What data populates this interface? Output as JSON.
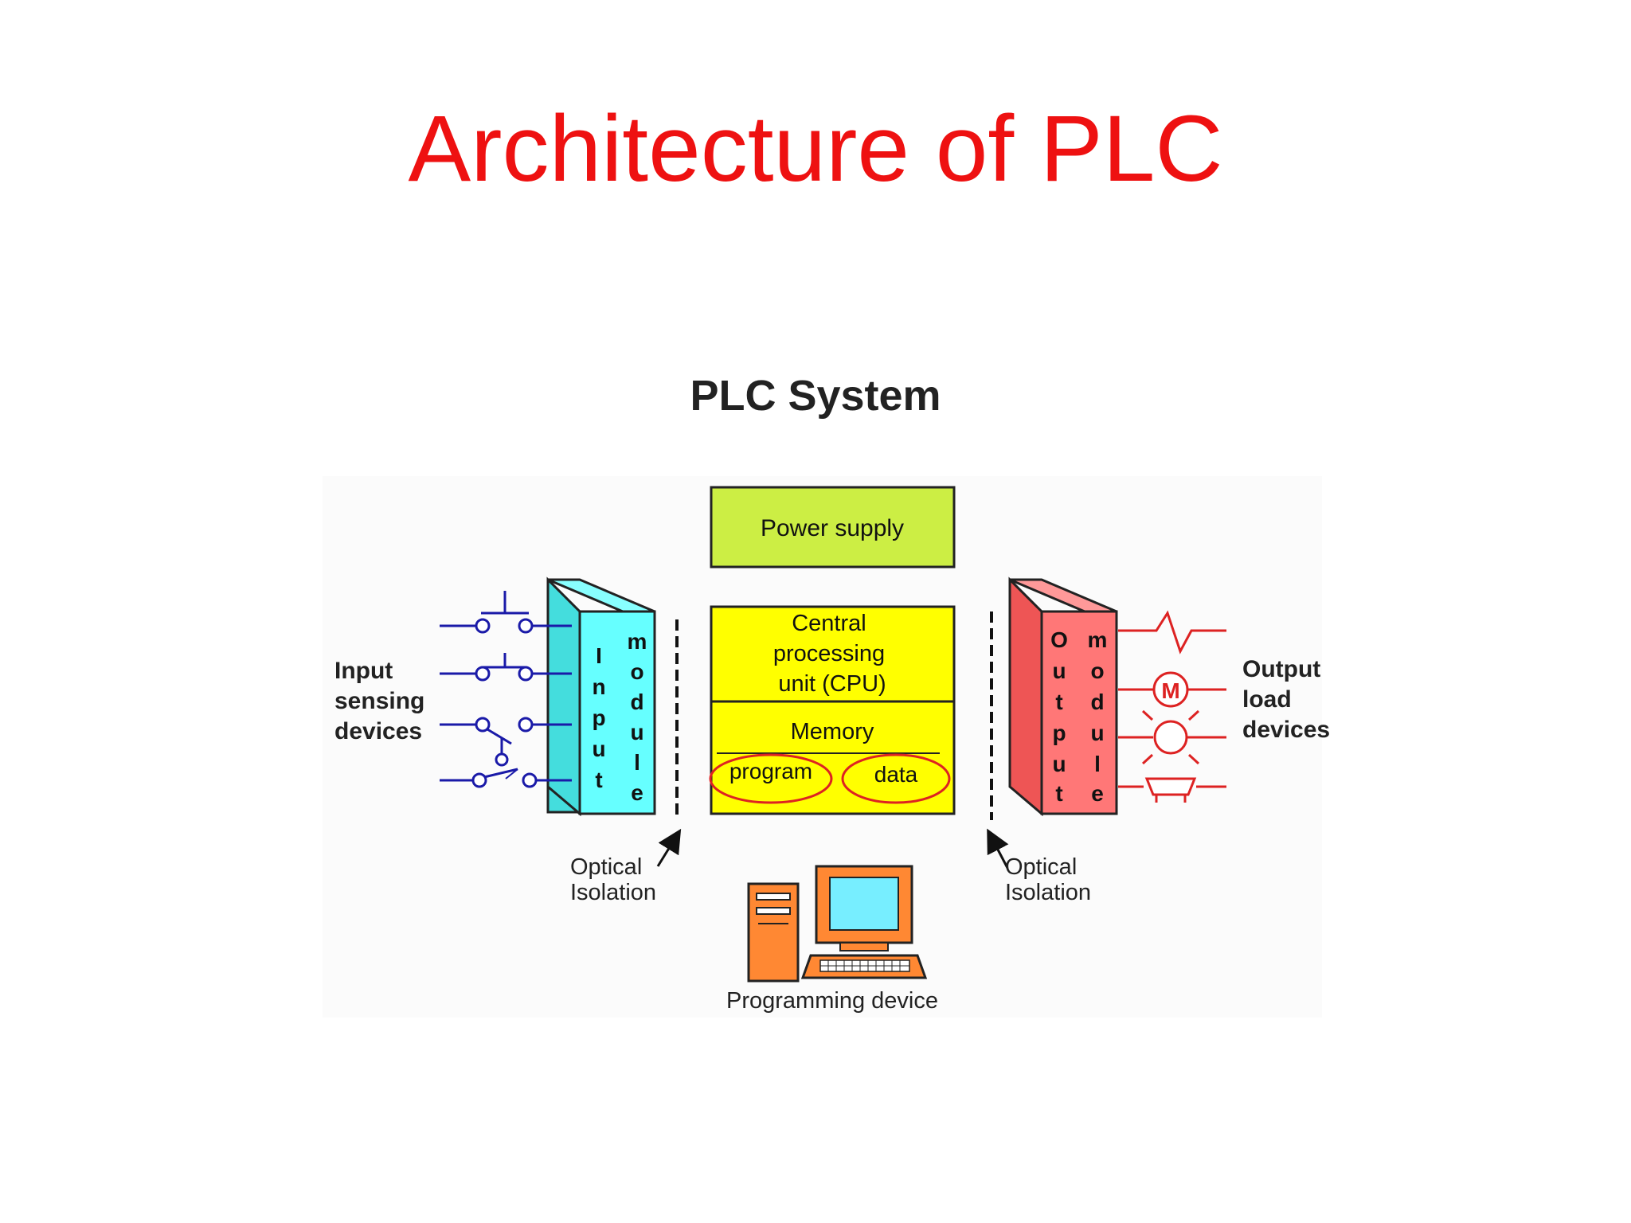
{
  "slide": {
    "title": "Architecture of PLC"
  },
  "diagram": {
    "title": "PLC System",
    "power_supply": "Power supply",
    "cpu": [
      "Central",
      "processing",
      "unit (CPU)"
    ],
    "memory": "Memory",
    "memory_program": "program",
    "memory_data": "data",
    "input_label": [
      "Input",
      "sensing",
      "devices"
    ],
    "output_label": [
      "Output",
      "load",
      "devices"
    ],
    "input_module_col1": [
      "I",
      "n",
      "p",
      "u",
      "t"
    ],
    "input_module_col2": [
      "m",
      "o",
      "d",
      "u",
      "l",
      "e"
    ],
    "output_module_col1": [
      "O",
      "u",
      "t",
      "p",
      "u",
      "t"
    ],
    "output_module_col2": [
      "m",
      "o",
      "d",
      "u",
      "l",
      "e"
    ],
    "optical_left": [
      "Optical",
      "Isolation"
    ],
    "optical_right": [
      "Optical",
      "Isolation"
    ],
    "programming_device": "Programming device",
    "motor_symbol": "M",
    "colors": {
      "title": "#ee1111",
      "power_supply": "#ccee44",
      "cpu": "#ffff00",
      "input_module": "#66ffff",
      "output_module": "#ff7777",
      "input_wiring": "#1a1aa8",
      "output_wiring": "#dd2222",
      "computer": "#ff8833",
      "screen": "#77eeff",
      "memory_ellipse": "#dd2222"
    }
  }
}
